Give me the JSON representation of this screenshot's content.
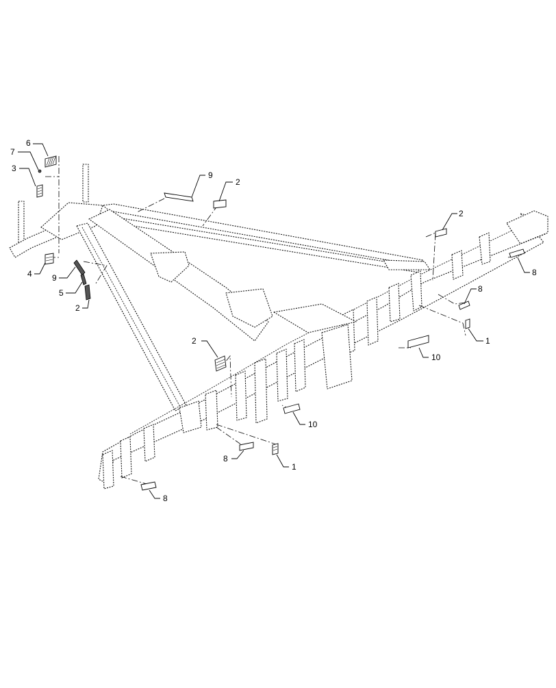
{
  "callouts": [
    {
      "id": "c-6-top",
      "label": "6"
    },
    {
      "id": "c-7-top",
      "label": "7"
    },
    {
      "id": "c-3-left",
      "label": "3"
    },
    {
      "id": "c-4-left",
      "label": "4"
    },
    {
      "id": "c-9-left",
      "label": "9"
    },
    {
      "id": "c-5-left",
      "label": "5"
    },
    {
      "id": "c-2-left",
      "label": "2"
    },
    {
      "id": "c-9-top",
      "label": "9"
    },
    {
      "id": "c-2-top",
      "label": "2"
    },
    {
      "id": "c-2-right",
      "label": "2"
    },
    {
      "id": "c-8-right-top",
      "label": "8"
    },
    {
      "id": "c-8-right-mid",
      "label": "8"
    },
    {
      "id": "c-1-right",
      "label": "1"
    },
    {
      "id": "c-10-right",
      "label": "10"
    },
    {
      "id": "c-2-center",
      "label": "2"
    },
    {
      "id": "c-10-center",
      "label": "10"
    },
    {
      "id": "c-8-bottom-mid",
      "label": "8"
    },
    {
      "id": "c-1-bottom",
      "label": "1"
    },
    {
      "id": "c-8-bottom-left",
      "label": "8"
    }
  ],
  "colors": {
    "line": "#111111",
    "background": "#ffffff",
    "decal_fill": "#555555"
  }
}
